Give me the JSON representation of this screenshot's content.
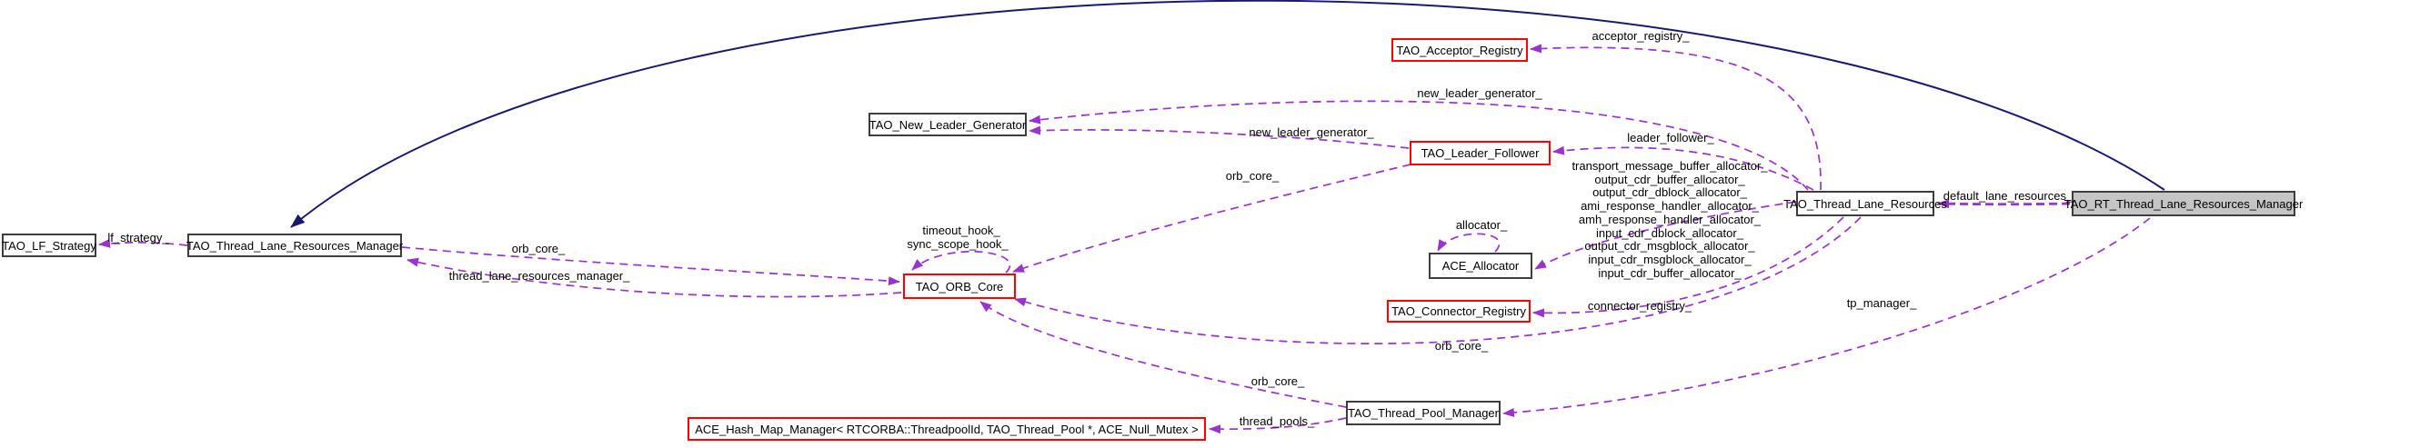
{
  "diagram_type": "collaboration-graph",
  "colors": {
    "background": "#ffffff",
    "usage_edge": "#9a32cd",
    "inheritance_edge": "#191970",
    "node_border": "#3d3d3d",
    "truncated_node_border": "#ff0000",
    "current_node_fill": "#c5c5c5",
    "text": "#000000"
  },
  "nodes": {
    "lf_strategy": {
      "label": "TAO_LF_Strategy"
    },
    "thread_lane_resources_manager": {
      "label": "TAO_Thread_Lane_Resources_Manager"
    },
    "orb_core": {
      "label": "TAO_ORB_Core"
    },
    "new_leader_generator": {
      "label": "TAO_New_Leader_Generator"
    },
    "acceptor_registry": {
      "label": "TAO_Acceptor_Registry"
    },
    "leader_follower": {
      "label": "TAO_Leader_Follower"
    },
    "ace_allocator": {
      "label": "ACE_Allocator"
    },
    "connector_registry": {
      "label": "TAO_Connector_Registry"
    },
    "thread_lane_resources": {
      "label": "TAO_Thread_Lane_Resources"
    },
    "rt_thread_lane_resources_manager": {
      "label": "TAO_RT_Thread_Lane_Resources_Manager"
    },
    "thread_pool_manager": {
      "label": "TAO_Thread_Pool_Manager"
    },
    "hash_map_manager": {
      "label": "ACE_Hash_Map_Manager< RTCORBA::ThreadpoolId, TAO_Thread_Pool *, ACE_Null_Mutex >"
    }
  },
  "edge_labels": {
    "lf_strategy": "lf_strategy_",
    "orb_core_from_manager": "orb_core_",
    "thread_lane_resources_manager": "thread_lane_resources_manager_",
    "timeout_hook": "timeout_hook_",
    "sync_scope_hook": "sync_scope_hook_",
    "new_leader_generator_from_resources": "new_leader_generator_",
    "new_leader_generator_from_leader_follower": "new_leader_generator_",
    "orb_core_from_leader_follower": "orb_core_",
    "acceptor_registry": "acceptor_registry_",
    "leader_follower": "leader_follower_",
    "allocators": [
      "transport_message_buffer_allocator_",
      "output_cdr_buffer_allocator_",
      "output_cdr_dblock_allocator_",
      "ami_response_handler_allocator_",
      "amh_response_handler_allocator_",
      "input_cdr_dblock_allocator_",
      "output_cdr_msgblock_allocator_",
      "input_cdr_msgblock_allocator_",
      "input_cdr_buffer_allocator_"
    ],
    "allocator_self": "allocator_",
    "connector_registry": "connector_registry_",
    "orb_core_from_resources": "orb_core_",
    "orb_core_from_thread_pool_manager": "orb_core_",
    "thread_pools": "thread_pools_",
    "tp_manager": "tp_manager_",
    "default_lane_resources": "default_lane_resources_"
  },
  "edges": [
    {
      "from": "rt_thread_lane_resources_manager",
      "to": "thread_lane_resources_manager",
      "type": "inheritance",
      "label": ""
    },
    {
      "from": "thread_lane_resources_manager",
      "to": "lf_strategy",
      "type": "usage",
      "label": "lf_strategy_"
    },
    {
      "from": "thread_lane_resources_manager",
      "to": "orb_core",
      "type": "usage",
      "label": "orb_core_"
    },
    {
      "from": "orb_core",
      "to": "thread_lane_resources_manager",
      "type": "usage",
      "label": "thread_lane_resources_manager_"
    },
    {
      "from": "orb_core",
      "to": "orb_core",
      "type": "usage",
      "label": "timeout_hook_ sync_scope_hook_"
    },
    {
      "from": "thread_lane_resources",
      "to": "new_leader_generator",
      "type": "usage",
      "label": "new_leader_generator_"
    },
    {
      "from": "leader_follower",
      "to": "new_leader_generator",
      "type": "usage",
      "label": "new_leader_generator_"
    },
    {
      "from": "leader_follower",
      "to": "orb_core",
      "type": "usage",
      "label": "orb_core_"
    },
    {
      "from": "thread_lane_resources",
      "to": "acceptor_registry",
      "type": "usage",
      "label": "acceptor_registry_"
    },
    {
      "from": "thread_lane_resources",
      "to": "leader_follower",
      "type": "usage",
      "label": "leader_follower_"
    },
    {
      "from": "thread_lane_resources",
      "to": "ace_allocator",
      "type": "usage",
      "label": "transport_message_buffer_allocator_ output_cdr_buffer_allocator_ output_cdr_dblock_allocator_ ami_response_handler_allocator_ amh_response_handler_allocator_ input_cdr_dblock_allocator_ output_cdr_msgblock_allocator_ input_cdr_msgblock_allocator_ input_cdr_buffer_allocator_"
    },
    {
      "from": "ace_allocator",
      "to": "ace_allocator",
      "type": "usage",
      "label": "allocator_"
    },
    {
      "from": "thread_lane_resources",
      "to": "connector_registry",
      "type": "usage",
      "label": "connector_registry_"
    },
    {
      "from": "thread_lane_resources",
      "to": "orb_core",
      "type": "usage",
      "label": "orb_core_"
    },
    {
      "from": "thread_pool_manager",
      "to": "orb_core",
      "type": "usage",
      "label": "orb_core_"
    },
    {
      "from": "thread_pool_manager",
      "to": "hash_map_manager",
      "type": "usage",
      "label": "thread_pools_"
    },
    {
      "from": "rt_thread_lane_resources_manager",
      "to": "thread_lane_resources",
      "type": "usage",
      "label": "default_lane_resources_"
    },
    {
      "from": "rt_thread_lane_resources_manager",
      "to": "thread_pool_manager",
      "type": "usage",
      "label": "tp_manager_"
    }
  ]
}
